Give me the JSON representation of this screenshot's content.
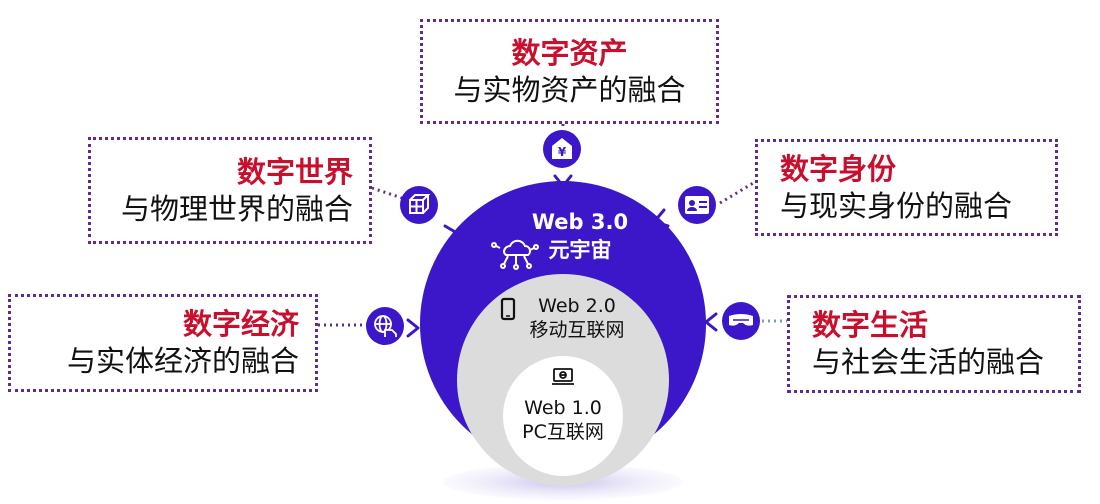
{
  "boxes": {
    "top": {
      "title": "数字资产",
      "subtitle": "与实物资产的融合"
    },
    "left": {
      "title": "数字世界",
      "subtitle": "与物理世界的融合"
    },
    "right": {
      "title": "数字身份",
      "subtitle": "与现实身份的融合"
    },
    "bl": {
      "title": "数字经济",
      "subtitle": "与实体经济的融合"
    },
    "br": {
      "title": "数字生活",
      "subtitle": "与社会生活的融合"
    }
  },
  "circles": {
    "outer": {
      "title": "Web 3.0",
      "subtitle": "元宇宙"
    },
    "middle": {
      "title": "Web 2.0",
      "subtitle": "移动互联网"
    },
    "inner": {
      "title": "Web 1.0",
      "subtitle": "PC互联网"
    }
  },
  "icons": {
    "yuan_symbol": "¥",
    "top": "yuan-house-icon",
    "left": "cube-icon",
    "right": "id-card-icon",
    "bl": "globe-hand-icon",
    "br": "vr-headset-icon",
    "outer": "cloud-network-icon",
    "middle": "smartphone-icon",
    "inner": "laptop-icon"
  },
  "colors": {
    "outer_circle": "#3b17c9",
    "middle_circle": "#dcdcdc",
    "inner_circle": "#ffffff",
    "box_border": "#5b2d90",
    "title_red": "#c8102e"
  }
}
